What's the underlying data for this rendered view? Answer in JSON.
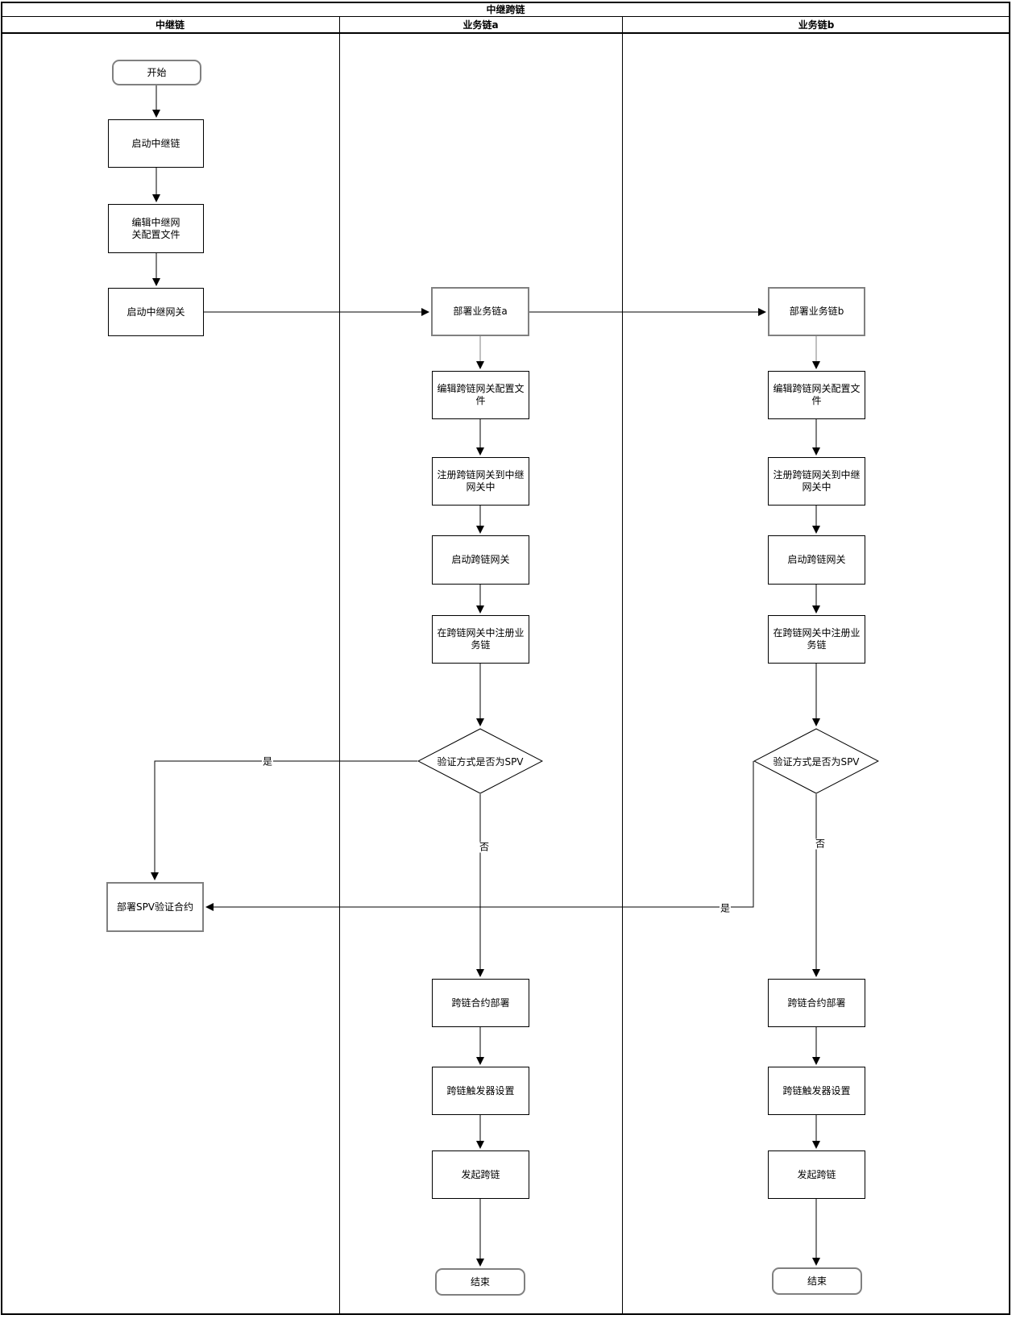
{
  "diagram": {
    "title": "中继跨链",
    "type": "swimlane-flowchart"
  },
  "lanes": [
    {
      "label": "中继链"
    },
    {
      "label": "业务链a"
    },
    {
      "label": "业务链b"
    }
  ],
  "nodes": {
    "start": "开始",
    "start_relay_chain": "启动中继链",
    "edit_relay_gw_config": "编辑中继网\n关配置文件",
    "start_relay_gw": "启动中继网关",
    "deploy_spv_contract": "部署SPV验证合约",
    "deploy_chain_a": "部署业务链a",
    "edit_gw_config_a": "编辑跨链网关配置文\n件",
    "register_gw_a": "注册跨链网关到中继\n网关中",
    "start_gw_a": "启动跨链网关",
    "register_chain_a": "在跨链网关中注册业\n务链",
    "decision_a": "验证方式是否为SPV",
    "contract_deploy_a": "跨链合约部署",
    "trigger_setup_a": "跨链触发器设置",
    "initiate_a": "发起跨链",
    "end_a": "结束",
    "deploy_chain_b": "部署业务链b",
    "edit_gw_config_b": "编辑跨链网关配置文\n件",
    "register_gw_b": "注册跨链网关到中继\n网关中",
    "start_gw_b": "启动跨链网关",
    "register_chain_b": "在跨链网关中注册业\n务链",
    "decision_b": "验证方式是否为SPV",
    "contract_deploy_b": "跨链合约部署",
    "trigger_setup_b": "跨链触发器设置",
    "initiate_b": "发起跨链",
    "end_b": "结束"
  },
  "labels": {
    "yes": "是",
    "no": "否"
  },
  "edges": [
    {
      "from": "start",
      "to": "start_relay_chain"
    },
    {
      "from": "start_relay_chain",
      "to": "edit_relay_gw_config"
    },
    {
      "from": "edit_relay_gw_config",
      "to": "start_relay_gw"
    },
    {
      "from": "start_relay_gw",
      "to": "deploy_chain_a"
    },
    {
      "from": "deploy_chain_a",
      "to": "deploy_chain_b"
    },
    {
      "from": "deploy_chain_a",
      "to": "edit_gw_config_a"
    },
    {
      "from": "edit_gw_config_a",
      "to": "register_gw_a"
    },
    {
      "from": "register_gw_a",
      "to": "start_gw_a"
    },
    {
      "from": "start_gw_a",
      "to": "register_chain_a"
    },
    {
      "from": "register_chain_a",
      "to": "decision_a"
    },
    {
      "from": "decision_a",
      "to": "deploy_spv_contract",
      "label": "是"
    },
    {
      "from": "decision_a",
      "to": "contract_deploy_a",
      "label": "否"
    },
    {
      "from": "contract_deploy_a",
      "to": "trigger_setup_a"
    },
    {
      "from": "trigger_setup_a",
      "to": "initiate_a"
    },
    {
      "from": "initiate_a",
      "to": "end_a"
    },
    {
      "from": "deploy_chain_b",
      "to": "edit_gw_config_b"
    },
    {
      "from": "edit_gw_config_b",
      "to": "register_gw_b"
    },
    {
      "from": "register_gw_b",
      "to": "start_gw_b"
    },
    {
      "from": "start_gw_b",
      "to": "register_chain_b"
    },
    {
      "from": "register_chain_b",
      "to": "decision_b"
    },
    {
      "from": "decision_b",
      "to": "deploy_spv_contract",
      "label": "是"
    },
    {
      "from": "decision_b",
      "to": "contract_deploy_b",
      "label": "否"
    },
    {
      "from": "contract_deploy_b",
      "to": "trigger_setup_b"
    },
    {
      "from": "trigger_setup_b",
      "to": "initiate_b"
    },
    {
      "from": "initiate_b",
      "to": "end_b"
    }
  ],
  "colors": {
    "line": "#000000",
    "highlight_border": "#808080",
    "node_background": "#ffffff",
    "canvas_background": "#ffffff"
  }
}
